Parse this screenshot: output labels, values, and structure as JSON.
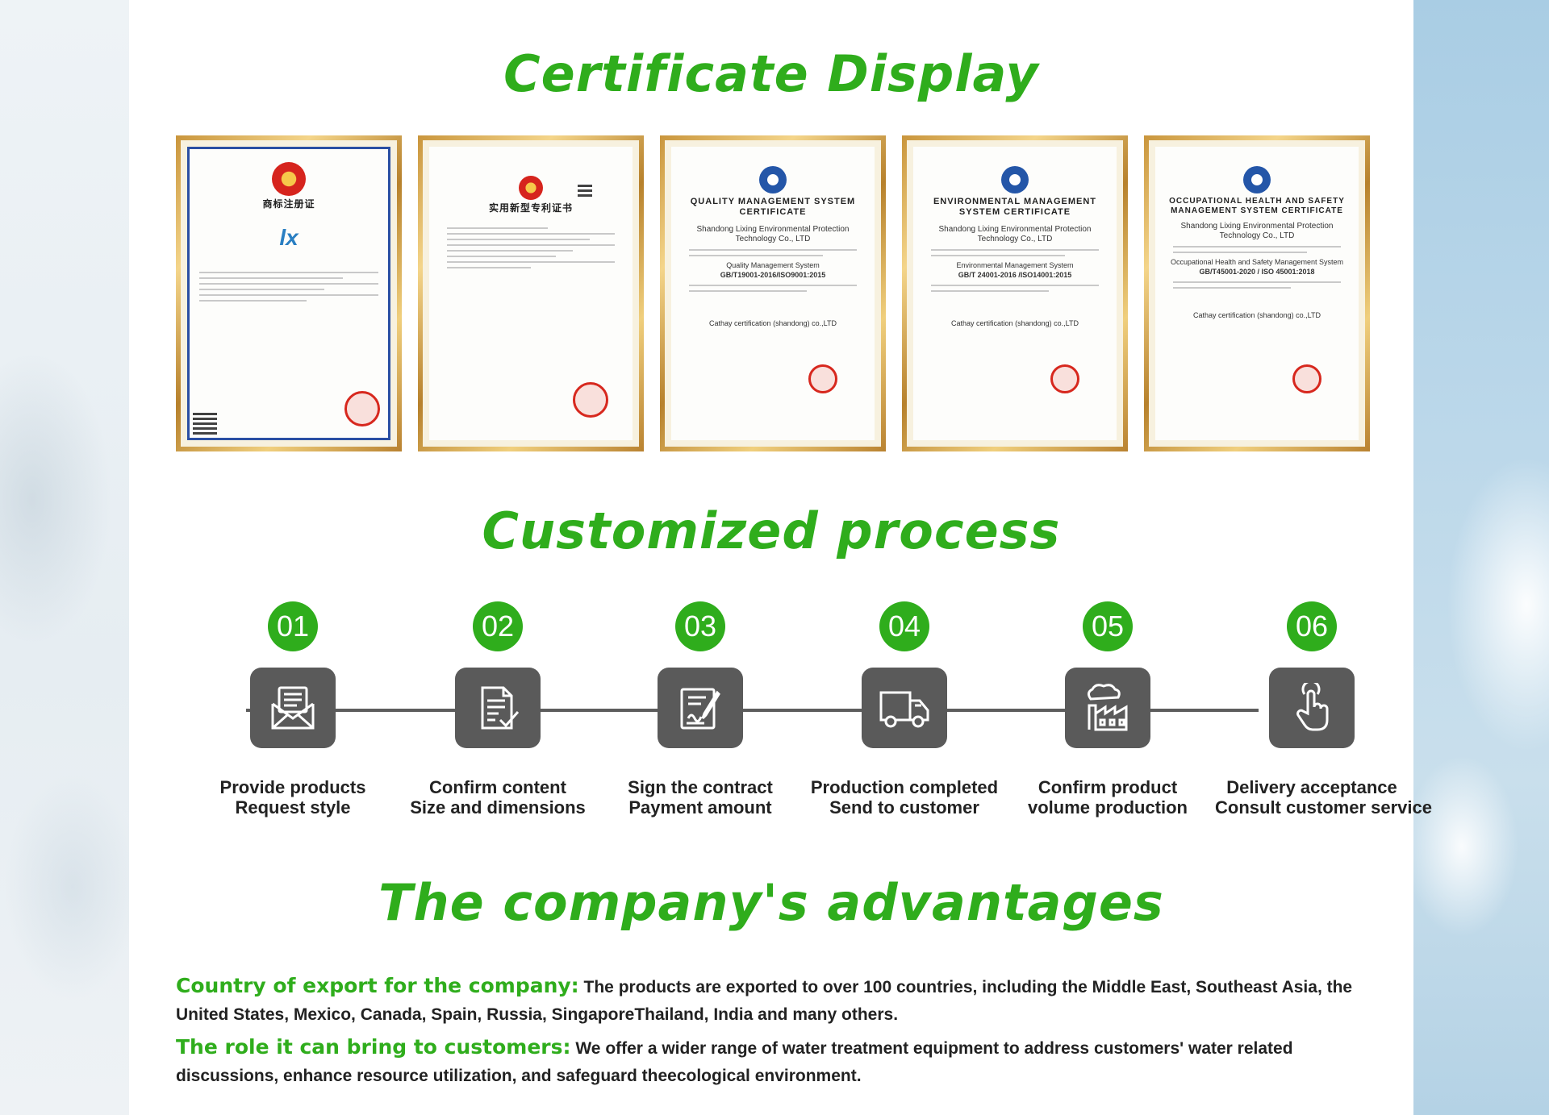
{
  "headings": {
    "certificates": "Certificate Display",
    "process": "Customized process",
    "advantages": "The company's advantages"
  },
  "certificates": [
    {
      "title": "商标注册证",
      "subtitle": "",
      "logo_text": "lx"
    },
    {
      "title": "实用新型专利证书",
      "subtitle": ""
    },
    {
      "title": "QUALITY MANAGEMENT SYSTEM CERTIFICATE",
      "company": "Shandong Lixing Environmental Protection Technology Co., LTD",
      "system": "Quality Management System",
      "standard": "GB/T19001-2016/ISO9001:2015",
      "issuer": "Cathay certification (shandong) co.,LTD"
    },
    {
      "title": "ENVIRONMENTAL MANAGEMENT SYSTEM CERTIFICATE",
      "company": "Shandong Lixing Environmental Protection Technology Co., LTD",
      "system": "Environmental Management System",
      "standard": "GB/T 24001-2016 /ISO14001:2015",
      "issuer": "Cathay certification (shandong) co.,LTD"
    },
    {
      "title": "OCCUPATIONAL HEALTH AND SAFETY MANAGEMENT SYSTEM CERTIFICATE",
      "company": "Shandong Lixing Environmental Protection Technology Co., LTD",
      "system": "Occupational Health and Safety Management System",
      "standard": "GB/T45001-2020 / ISO 45001:2018",
      "issuer": "Cathay certification (shandong) co.,LTD"
    }
  ],
  "process_steps": [
    {
      "number": "01",
      "line1": "Provide products",
      "line2": "Request style",
      "icon": "envelope-document-icon"
    },
    {
      "number": "02",
      "line1": "Confirm content",
      "line2": "Size and dimensions",
      "icon": "document-check-icon"
    },
    {
      "number": "03",
      "line1": "Sign the contract",
      "line2": "Payment amount",
      "icon": "contract-sign-icon"
    },
    {
      "number": "04",
      "line1": "Production completed",
      "line2": "Send to customer",
      "icon": "delivery-truck-icon"
    },
    {
      "number": "05",
      "line1": "Confirm product",
      "line2": "volume production",
      "icon": "factory-icon"
    },
    {
      "number": "06",
      "line1": "Delivery acceptance",
      "line2": "Consult customer service",
      "icon": "hand-touch-icon"
    }
  ],
  "advantages": [
    {
      "key": "Country of export for the company:",
      "text": "The products are exported to over 100 countries, including the Middle East, Southeast Asia, the United States, Mexico, Canada, Spain, Russia, SingaporeThailand, India and many others."
    },
    {
      "key": "The role it can bring to customers:",
      "text": "We offer a wider range of water treatment equipment to address customers' water related discussions, enhance resource utilization, and safeguard theecological environment."
    }
  ],
  "colors": {
    "accent_green": "#2fad1c",
    "icon_tile": "#5a5a5a",
    "text": "#222222"
  }
}
